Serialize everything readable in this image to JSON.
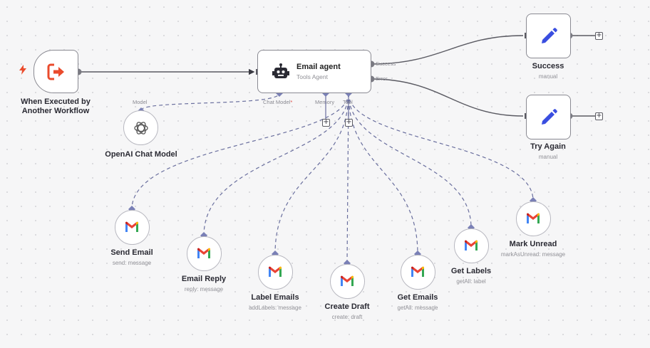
{
  "nodes": {
    "trigger": {
      "title": "When Executed by Another Workflow"
    },
    "agent": {
      "title": "Email agent",
      "subtitle": "Tools Agent"
    },
    "success": {
      "title": "Success",
      "subtitle": "manual"
    },
    "try_again": {
      "title": "Try Again",
      "subtitle": "manual"
    },
    "openai": {
      "title": "OpenAI Chat Model"
    },
    "tools": [
      {
        "title": "Send Email",
        "subtitle": "send: message"
      },
      {
        "title": "Email Reply",
        "subtitle": "reply: message"
      },
      {
        "title": "Label Emails",
        "subtitle": "addLabels: message"
      },
      {
        "title": "Create Draft",
        "subtitle": "create: draft"
      },
      {
        "title": "Get Emails",
        "subtitle": "getAll: message"
      },
      {
        "title": "Get Labels",
        "subtitle": "getAll: label"
      },
      {
        "title": "Mark Unread",
        "subtitle": "markAsUnread: message"
      }
    ]
  },
  "ports": {
    "success": "Success",
    "error": "Error",
    "chat_model": "Chat Model",
    "required_marker": "*",
    "memory": "Memory",
    "tool": "Tool",
    "model": "Model"
  },
  "colors": {
    "trigger_icon": "#ea4b2c",
    "pencil": "#3a4ee0",
    "connection": "#5a5a62",
    "sub_connection": "#6a6f9e",
    "gmail_red": "#ea4335",
    "gmail_blue": "#4285f4",
    "gmail_green": "#34a853",
    "gmail_yellow": "#fbbc04"
  },
  "icons": {
    "trigger": "sign-in-arrow-icon",
    "agent": "robot-icon",
    "success": "pencil-icon",
    "try_again": "pencil-icon",
    "openai": "openai-icon",
    "tools": "gmail-icon",
    "bolt": "lightning-icon",
    "add": "plus-icon"
  }
}
